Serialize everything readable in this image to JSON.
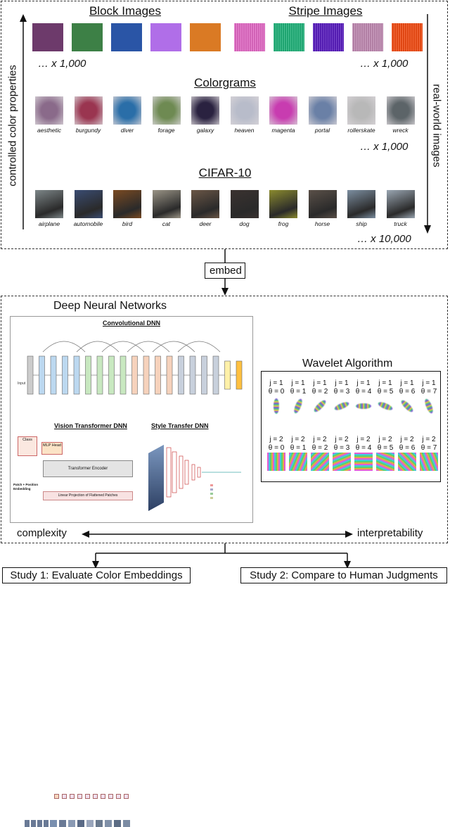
{
  "top": {
    "block_heading": "Block Images",
    "stripe_heading": "Stripe Images",
    "block_colors": [
      "#6d3a6b",
      "#3d8046",
      "#2a55a6",
      "#b06ee8",
      "#da7a24"
    ],
    "stripe_colors": [
      "#e36ac6",
      "#21b27a",
      "#5a1ec0",
      "#c08ab2",
      "#f24c14"
    ],
    "block_count": "… x 1,000",
    "stripe_count": "… x 1,000",
    "colorgrams_heading": "Colorgrams",
    "colorgrams": [
      {
        "label": "aesthetic",
        "color": "#8a6a8a"
      },
      {
        "label": "burgundy",
        "color": "#9a3550"
      },
      {
        "label": "diver",
        "color": "#2a6ea8"
      },
      {
        "label": "forage",
        "color": "#6e8a52"
      },
      {
        "label": "galaxy",
        "color": "#2a2240"
      },
      {
        "label": "heaven",
        "color": "#b8bcca"
      },
      {
        "label": "magenta",
        "color": "#c83cb0"
      },
      {
        "label": "portal",
        "color": "#6a80a6"
      },
      {
        "label": "rollerskate",
        "color": "#b8b8b8"
      },
      {
        "label": "wreck",
        "color": "#5c6468"
      }
    ],
    "colorgrams_count": "… x 1,000",
    "cifar_heading": "CIFAR-10",
    "cifar": [
      {
        "label": "airplane",
        "color": "#7d8688"
      },
      {
        "label": "automobile",
        "color": "#3a4c72"
      },
      {
        "label": "bird",
        "color": "#7a4a22"
      },
      {
        "label": "cat",
        "color": "#9a9486"
      },
      {
        "label": "deer",
        "color": "#6a5646"
      },
      {
        "label": "dog",
        "color": "#3a3230"
      },
      {
        "label": "frog",
        "color": "#8a8a2e"
      },
      {
        "label": "horse",
        "color": "#5a5048"
      },
      {
        "label": "ship",
        "color": "#7c8ea0"
      },
      {
        "label": "truck",
        "color": "#9aa6b2"
      }
    ],
    "cifar_count": "… x 10,000",
    "left_axis_label": "controlled color properties",
    "right_axis_label": "real-world images"
  },
  "embed_label": "embed",
  "bottom": {
    "dnn_heading": "Deep Neural Networks",
    "conv_title": "Convolutional DNN",
    "conv_input_label": "Input",
    "vit_title": "Vision Transformer DNN",
    "vit_encoder": "Transformer Encoder",
    "vit_head": "MLP Head",
    "vit_class": "Class",
    "vit_projection": "Linear Projection of Flattened Patches",
    "vit_patch": "Patch + Position Embedding",
    "style_title": "Style Transfer DNN",
    "wavelet_title": "Wavelet Algorithm",
    "wavelet_row1": [
      "j = 1\nθ = 0",
      "j = 1\nθ = 1",
      "j = 1\nθ = 2",
      "j = 1\nθ = 3",
      "j = 1\nθ = 4",
      "j = 1\nθ = 5",
      "j = 1\nθ = 6",
      "j = 1\nθ = 7"
    ],
    "wavelet_row2": [
      "j = 2\nθ = 0",
      "j = 2\nθ = 1",
      "j = 2\nθ = 2",
      "j = 2\nθ = 3",
      "j = 2\nθ = 4",
      "j = 2\nθ = 5",
      "j = 2\nθ = 6",
      "j = 2\nθ = 7"
    ],
    "complexity_label": "complexity",
    "interpretability_label": "interpretability"
  },
  "study1": "Study 1: Evaluate Color Embeddings",
  "study2": "Study 2: Compare to Human Judgments"
}
